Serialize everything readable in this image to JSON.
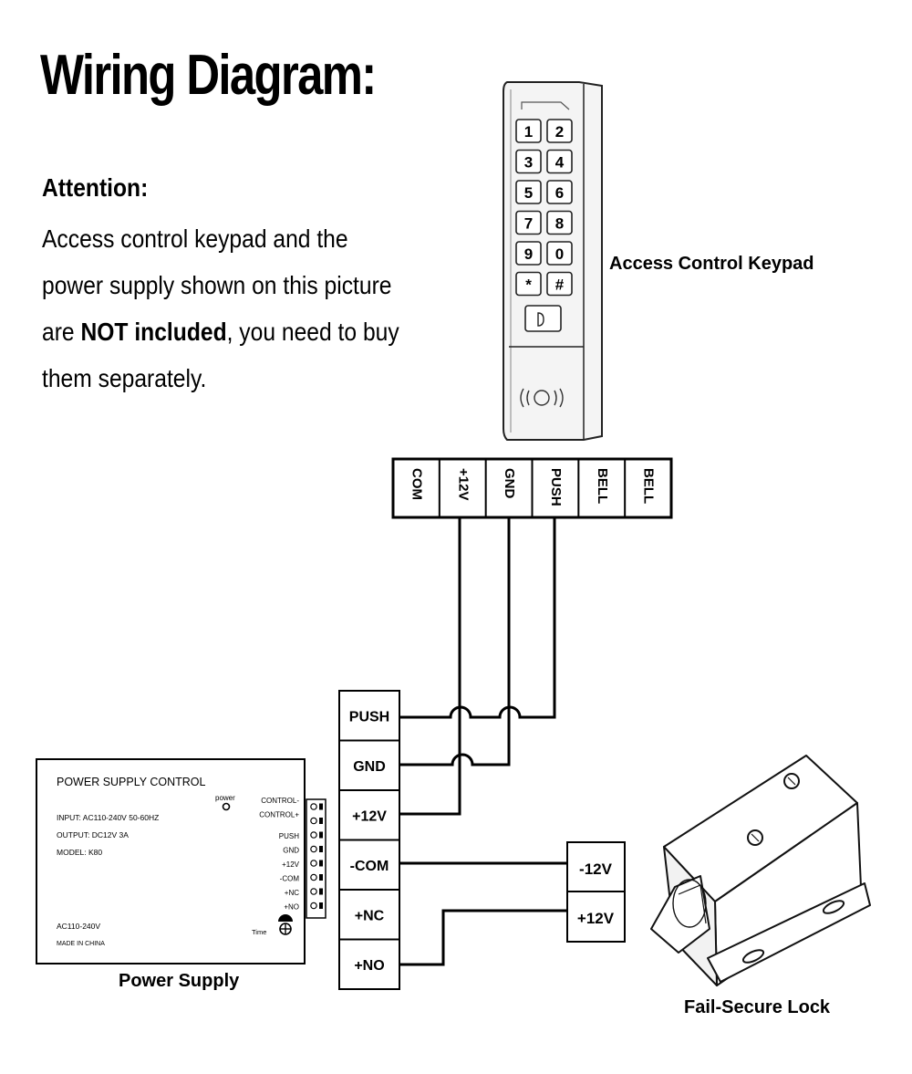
{
  "header": {
    "title": "Wiring Diagram:"
  },
  "attention": {
    "heading": "Attention:",
    "text_1": "Access control keypad and the power supply shown on this picture are ",
    "bold_1": "NOT included",
    "text_2": ", you need to buy them separately."
  },
  "keypad": {
    "label": "Access Control Keypad",
    "keys": [
      "1",
      "2",
      "3",
      "4",
      "5",
      "6",
      "7",
      "8",
      "9",
      "0",
      "*",
      "#"
    ]
  },
  "keypad_terminals": [
    "COM",
    "+12V",
    "GND",
    "PUSH",
    "BELL",
    "BELL"
  ],
  "controller_terminals": [
    "PUSH",
    "GND",
    "+12V",
    "-COM",
    "+NC",
    "+NO"
  ],
  "lock_terminals": [
    "-12V",
    "+12V"
  ],
  "power_supply": {
    "title": "POWER SUPPLY CONTROL",
    "input": "INPUT: AC110-240V 50-60HZ",
    "output": "OUTPUT: DC12V 3A",
    "model": "MODEL: K80",
    "ac": "AC110-240V",
    "made": "MADE IN CHINA",
    "power_led": "power",
    "time": "Time",
    "terminals": [
      "CONTROL-",
      "CONTROL+",
      "PUSH",
      "GND",
      "+12V",
      "-COM",
      "+NC",
      "+NO"
    ],
    "label": "Power Supply"
  },
  "lock": {
    "label": "Fail-Secure Lock"
  }
}
